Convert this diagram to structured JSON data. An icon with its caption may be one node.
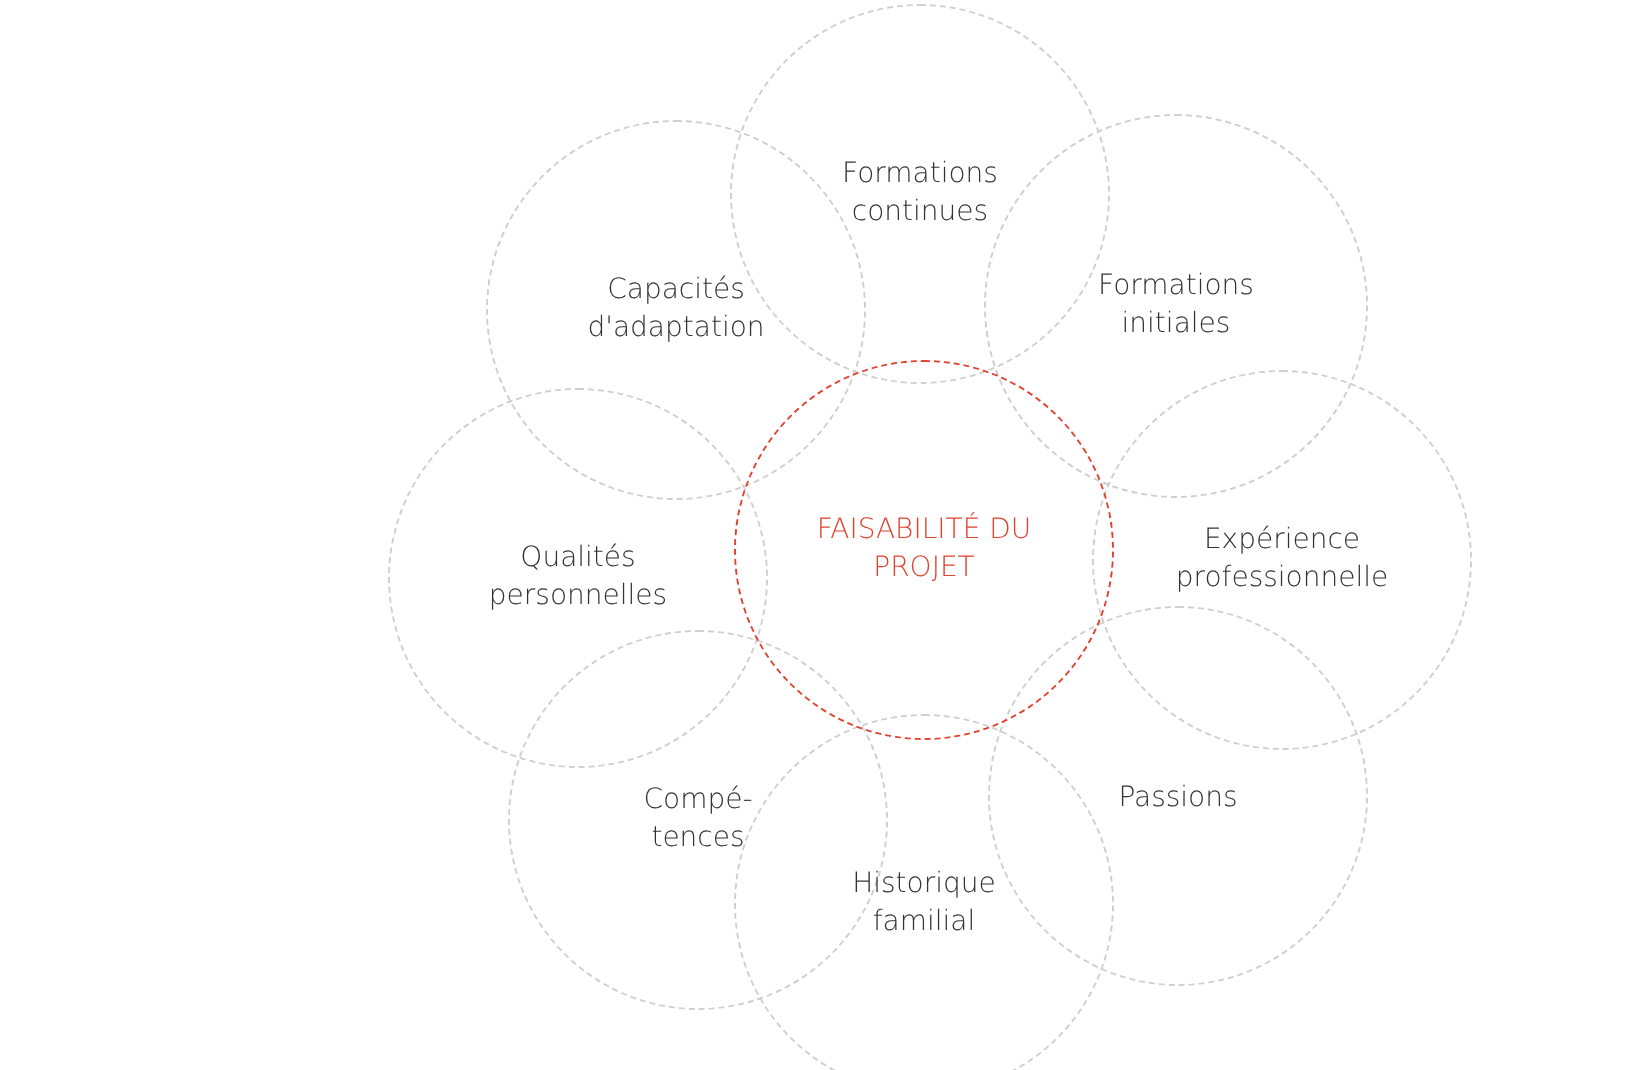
{
  "diagram": {
    "nodes": [
      {
        "text": [
          "Formations continues"
        ]
      },
      {
        "text": [
          "Capacités d'adaptation"
        ]
      },
      {
        "text": [
          "Formations initiales"
        ]
      },
      {
        "text": [
          "Qualités personnelles"
        ]
      },
      {
        "text": [
          "FAISABILITÉ DU PROJET"
        ]
      },
      {
        "text": [
          "Expérience professionnelle"
        ]
      },
      {
        "text": [
          "Compé- tences"
        ]
      },
      {
        "text": [
          "Passions"
        ]
      },
      {
        "text": [
          "Historique familial"
        ]
      }
    ]
  }
}
